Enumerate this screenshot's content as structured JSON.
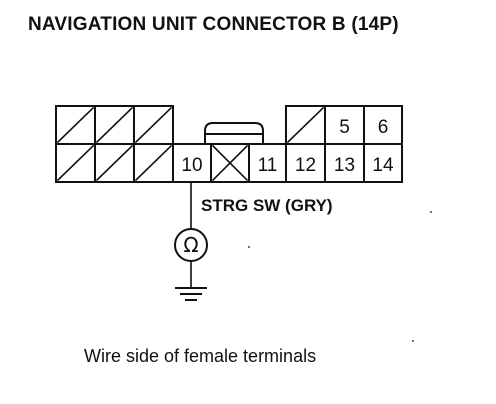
{
  "title": "NAVIGATION UNIT CONNECTOR B (14P)",
  "caption": "Wire side of female terminals",
  "wire_label": "STRG SW (GRY)",
  "meter_symbol": "Ω",
  "pins": {
    "p5": "5",
    "p6": "6",
    "p10": "10",
    "p11": "11",
    "p12": "12",
    "p13": "13",
    "p14": "14"
  },
  "icons": {
    "meter": "ohmmeter-icon",
    "ground": "ground-icon",
    "connector_lock": "connector-lock-tab-icon"
  },
  "colors": {
    "line": "#111111",
    "background": "#ffffff"
  }
}
